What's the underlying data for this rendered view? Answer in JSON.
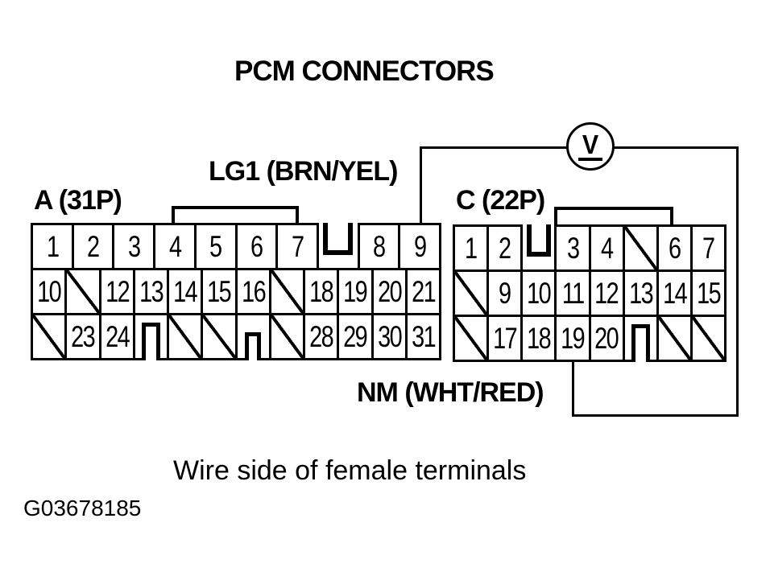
{
  "page": {
    "title": "PCM CONNECTORS",
    "caption": "Wire side of female terminals",
    "figure_id": "G03678185",
    "ink_color": "#000000",
    "background_color": "#ffffff"
  },
  "meter": {
    "type": "voltmeter",
    "symbol": "V"
  },
  "wire_labels": {
    "lg1": "LG1 (BRN/YEL)",
    "nm": "NM (WHT/RED)"
  },
  "connector_a": {
    "label": "A (31P)",
    "rows": [
      {
        "cells": [
          {
            "type": "pin",
            "label": "1"
          },
          {
            "type": "pin",
            "label": "2"
          },
          {
            "type": "pin",
            "label": "3"
          },
          {
            "type": "pin",
            "label": "4"
          },
          {
            "type": "pin",
            "label": "5"
          },
          {
            "type": "pin",
            "label": "6"
          },
          {
            "type": "pin",
            "label": "7"
          },
          {
            "type": "notch"
          },
          {
            "type": "pin",
            "label": "8"
          },
          {
            "type": "pin",
            "label": "9"
          }
        ]
      },
      {
        "cells": [
          {
            "type": "pin",
            "label": "10"
          },
          {
            "type": "empty"
          },
          {
            "type": "pin",
            "label": "12"
          },
          {
            "type": "pin",
            "label": "13"
          },
          {
            "type": "pin",
            "label": "14"
          },
          {
            "type": "pin",
            "label": "15"
          },
          {
            "type": "pin",
            "label": "16"
          },
          {
            "type": "empty"
          },
          {
            "type": "pin",
            "label": "18"
          },
          {
            "type": "pin",
            "label": "19"
          },
          {
            "type": "pin",
            "label": "20"
          },
          {
            "type": "pin",
            "label": "21"
          }
        ]
      },
      {
        "cells": [
          {
            "type": "empty"
          },
          {
            "type": "pin",
            "label": "23"
          },
          {
            "type": "pin",
            "label": "24"
          },
          {
            "type": "key"
          },
          {
            "type": "empty"
          },
          {
            "type": "empty"
          },
          {
            "type": "key_small"
          },
          {
            "type": "empty"
          },
          {
            "type": "pin",
            "label": "28"
          },
          {
            "type": "pin",
            "label": "29"
          },
          {
            "type": "pin",
            "label": "30"
          },
          {
            "type": "pin",
            "label": "31"
          }
        ]
      }
    ]
  },
  "connector_c": {
    "label": "C (22P)",
    "rows": [
      {
        "cells": [
          {
            "type": "pin",
            "label": "1"
          },
          {
            "type": "pin",
            "label": "2"
          },
          {
            "type": "notch"
          },
          {
            "type": "pin",
            "label": "3"
          },
          {
            "type": "pin",
            "label": "4"
          },
          {
            "type": "empty"
          },
          {
            "type": "pin",
            "label": "6"
          },
          {
            "type": "pin",
            "label": "7"
          }
        ]
      },
      {
        "cells": [
          {
            "type": "empty"
          },
          {
            "type": "pin",
            "label": "9"
          },
          {
            "type": "pin",
            "label": "10"
          },
          {
            "type": "pin",
            "label": "11"
          },
          {
            "type": "pin",
            "label": "12"
          },
          {
            "type": "pin",
            "label": "13"
          },
          {
            "type": "pin",
            "label": "14"
          },
          {
            "type": "pin",
            "label": "15"
          }
        ]
      },
      {
        "cells": [
          {
            "type": "empty"
          },
          {
            "type": "pin",
            "label": "17"
          },
          {
            "type": "pin",
            "label": "18"
          },
          {
            "type": "pin",
            "label": "19"
          },
          {
            "type": "pin",
            "label": "20"
          },
          {
            "type": "key"
          },
          {
            "type": "empty"
          },
          {
            "type": "empty"
          }
        ]
      }
    ]
  }
}
